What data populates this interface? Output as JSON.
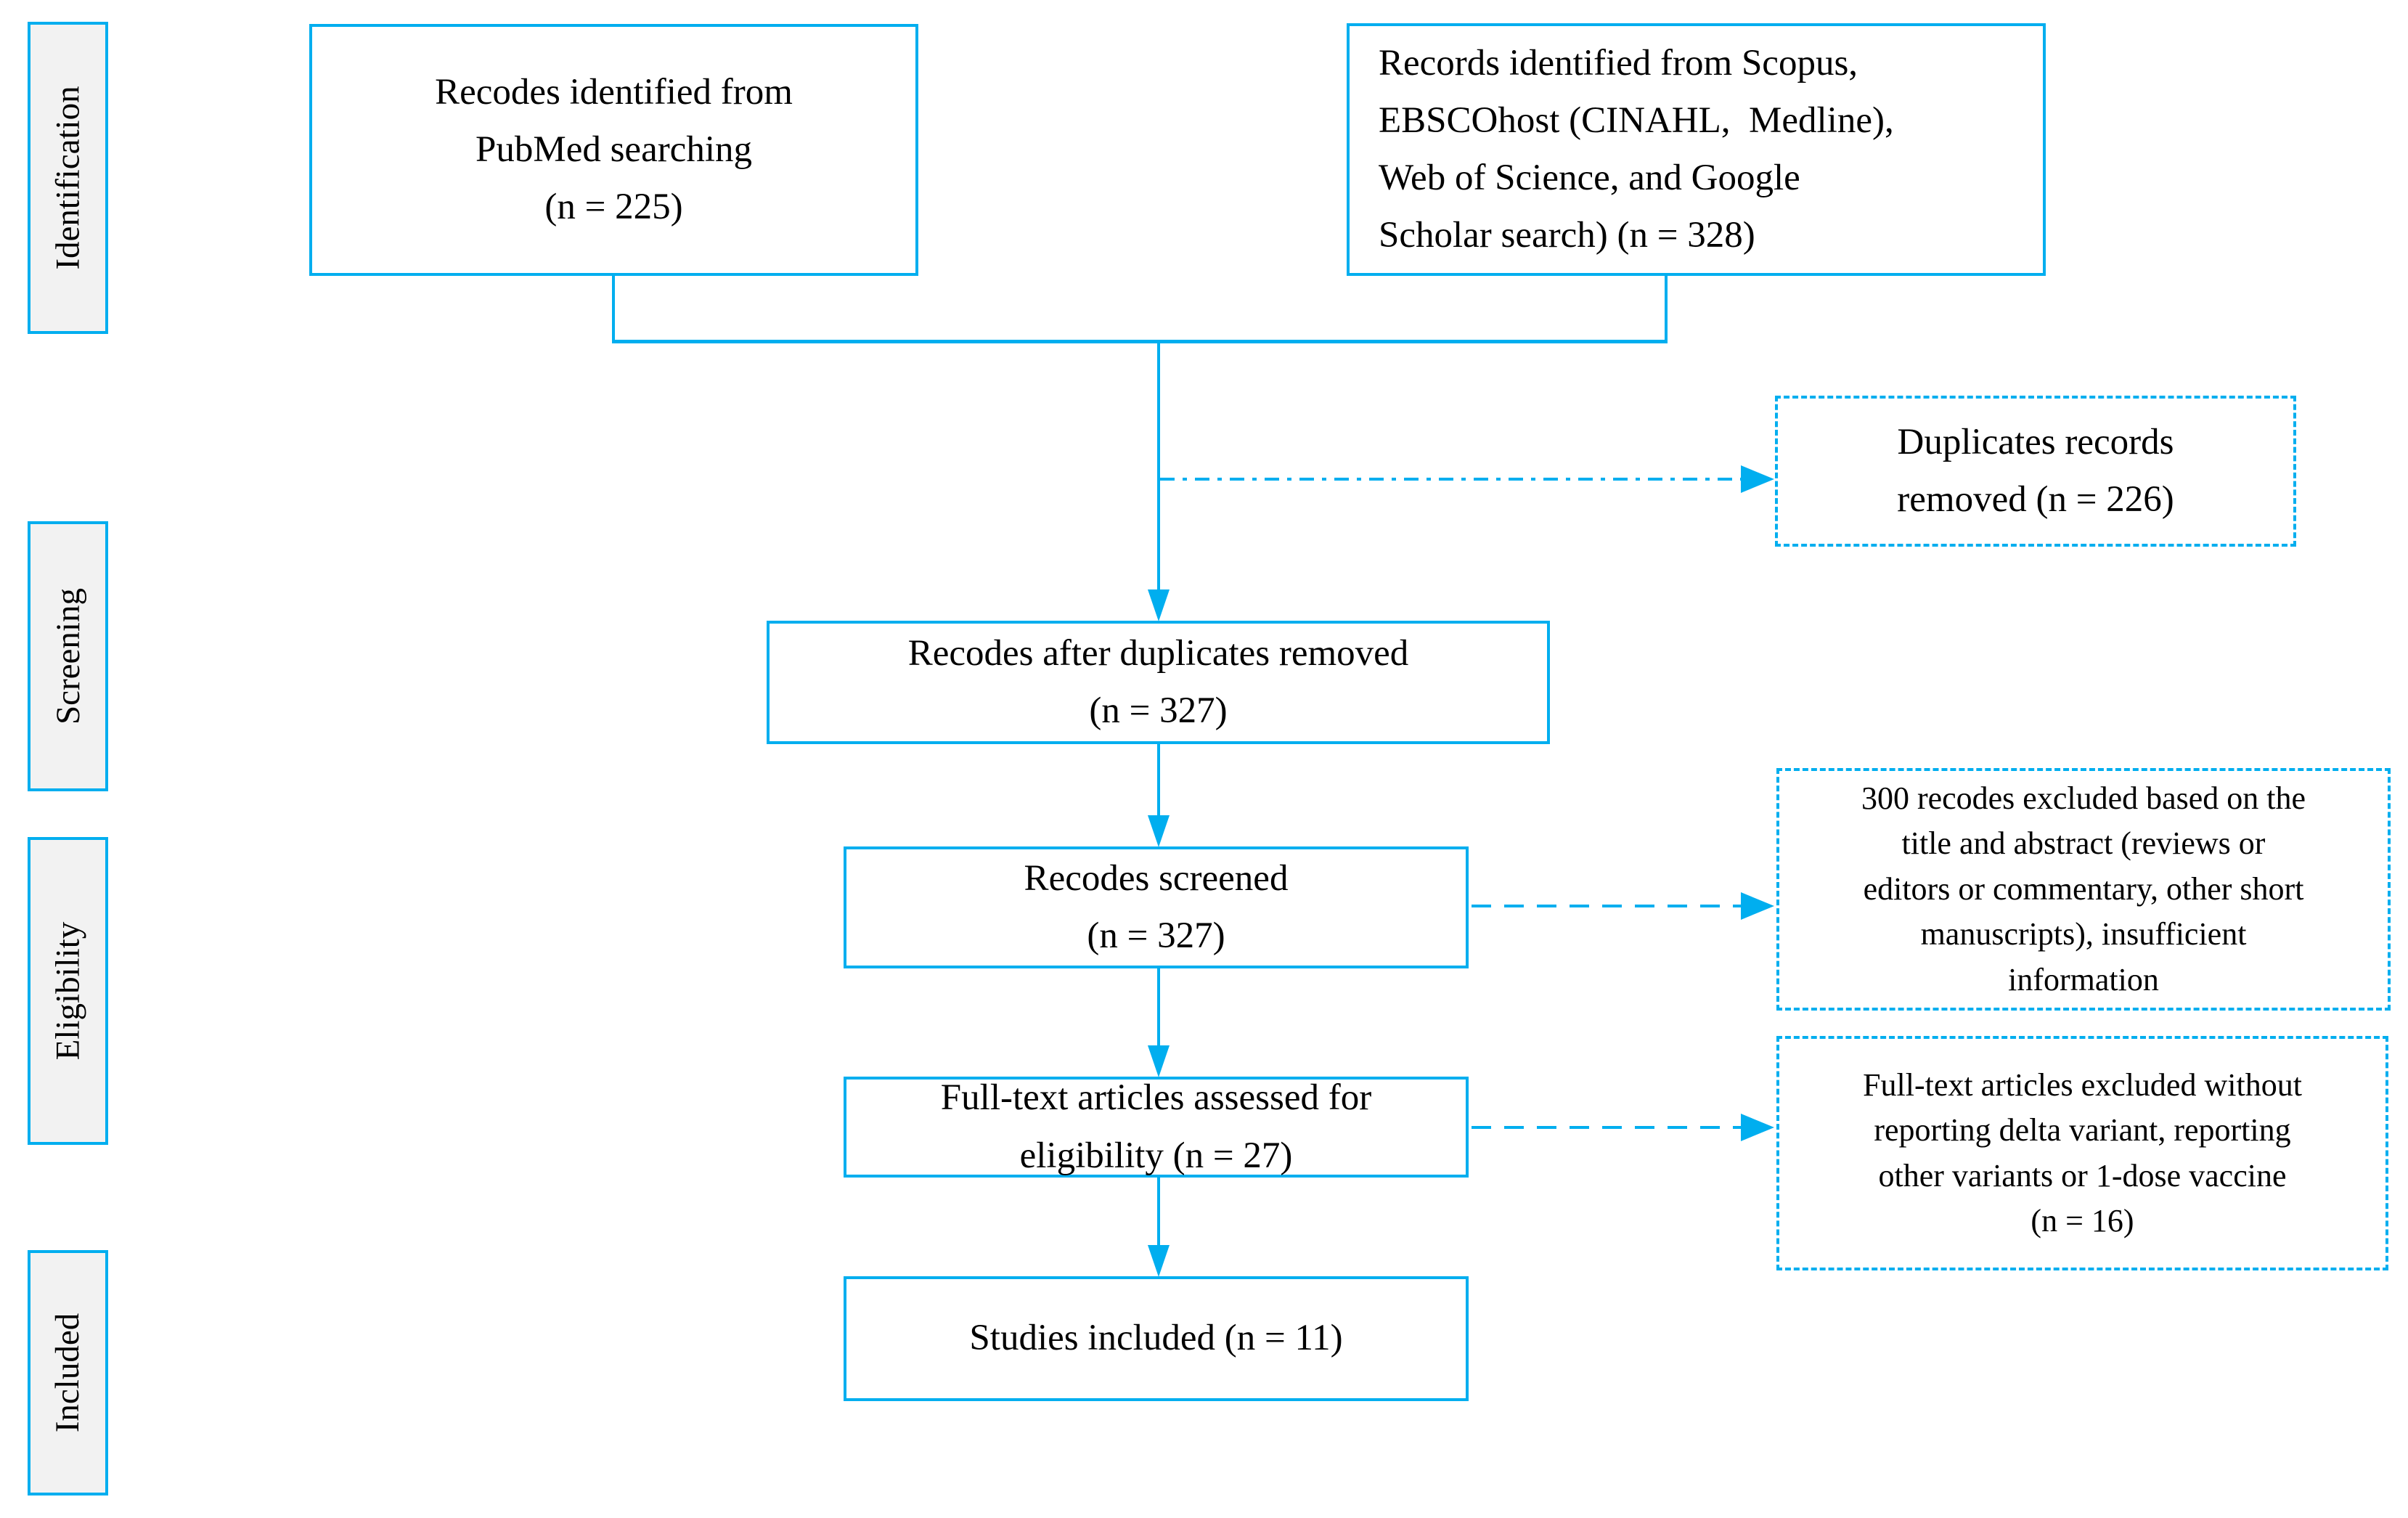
{
  "colors": {
    "accent": "#00AEEF",
    "stage_fill": "#F2F2F2",
    "ink": "#000000",
    "background": "#FFFFFF"
  },
  "stages": {
    "identification": "Identification",
    "screening": "Screening",
    "eligibility": "Eligibility",
    "included": "Included"
  },
  "boxes": {
    "pubmed": "Recodes identified from\nPubMed searching\n(n = 225)",
    "databases": "Records identified from Scopus,\nEBSCOhost (CINAHL,  Medline),\nWeb of Science, and Google\nScholar search) (n = 328)",
    "duplicates_removed": "Duplicates records\nremoved (n = 226)",
    "after_duplicates": "Recodes after duplicates removed\n(n = 327)",
    "screened": "Recodes screened\n(n = 327)",
    "screened_excluded": "300 recodes excluded based on the\ntitle and abstract (reviews or\neditors or commentary, other short\nmanuscripts), insufficient\ninformation",
    "fulltext_assessed": "Full-text articles assessed for\neligibility (n = 27)",
    "fulltext_excluded": "Full-text articles excluded without\nreporting delta variant, reporting\nother variants or 1-dose vaccine\n(n = 16)",
    "studies_included": "Studies included (n = 11)"
  }
}
